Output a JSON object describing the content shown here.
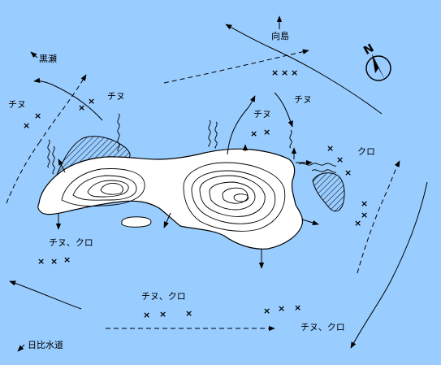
{
  "colors": {
    "sea": "#99ccff",
    "land": "#ffffff",
    "line": "#000000"
  },
  "compass": {
    "letter": "N",
    "icon": "north-arrow-icon"
  },
  "labels": {
    "kuroshio": "黒瀬",
    "mukoujima": "向島",
    "hibi_suido": "日比水道",
    "chinu_nw": "チヌ",
    "chinu_n": "チヌ",
    "chinu_ne1": "チヌ",
    "chinu_ne2": "チヌ",
    "kuro_e": "クロ",
    "chinu_kuro_w": "チヌ、クロ",
    "chinu_kuro_s": "チヌ、クロ",
    "chinu_kuro_se": "チヌ、クロ"
  },
  "fishing_mark": "×"
}
